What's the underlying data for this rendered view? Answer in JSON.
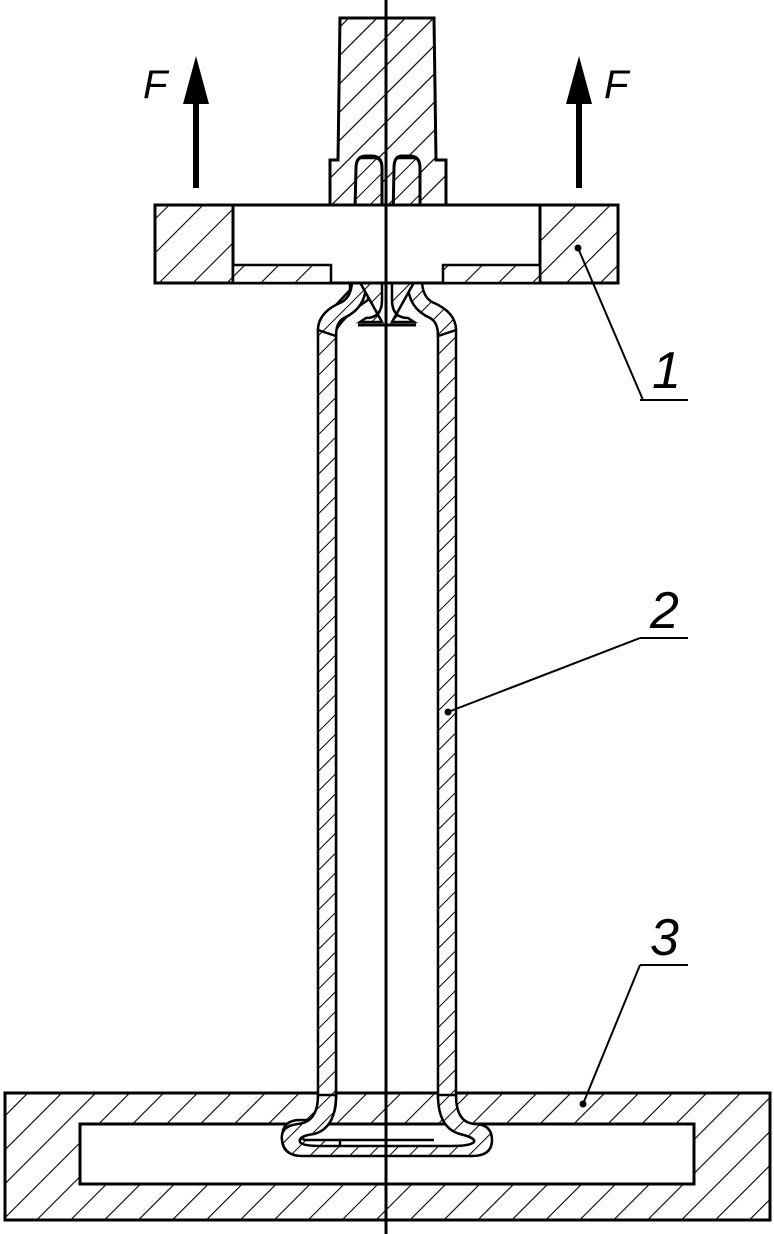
{
  "figure": {
    "force_symbol": "F",
    "parts": [
      {
        "number": "1"
      },
      {
        "number": "2"
      },
      {
        "number": "3"
      }
    ],
    "colors": {
      "stroke": "#000000",
      "background": "#ffffff",
      "hatch": "#000000"
    }
  }
}
